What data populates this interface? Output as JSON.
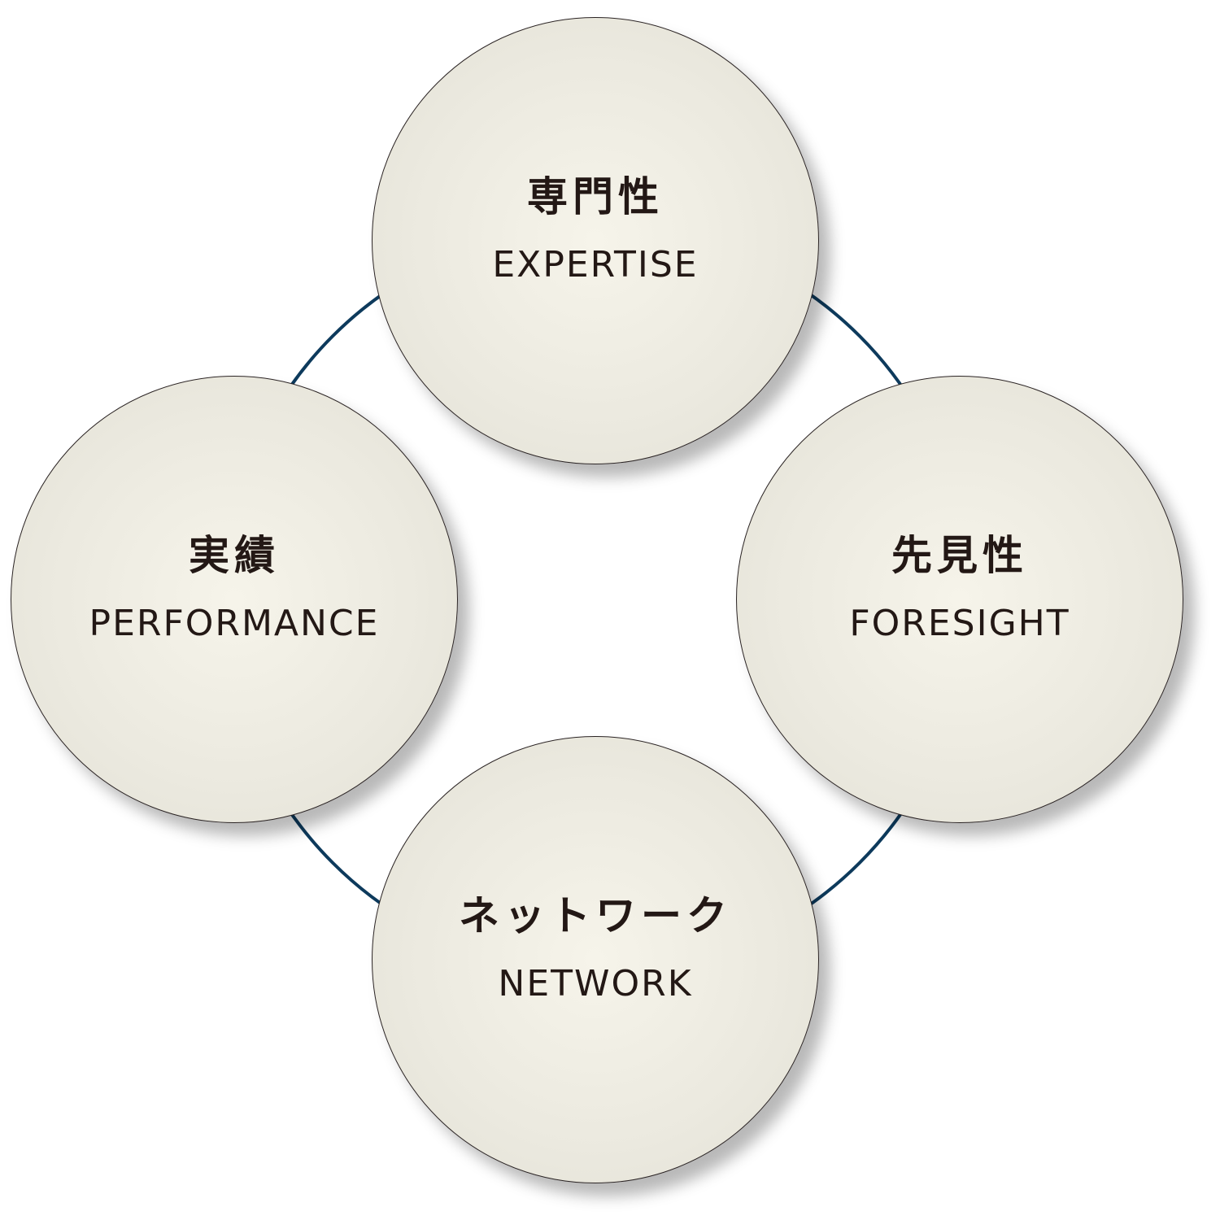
{
  "colors": {
    "ring": "#0d3a5c",
    "text": "#231815"
  },
  "nodes": [
    {
      "jp": "専門性",
      "en": "EXPERTISE"
    },
    {
      "jp": "先見性",
      "en": "FORESIGHT"
    },
    {
      "jp": "ネットワーク",
      "en": "NETWORK"
    },
    {
      "jp": "実績",
      "en": "PERFORMANCE"
    }
  ]
}
